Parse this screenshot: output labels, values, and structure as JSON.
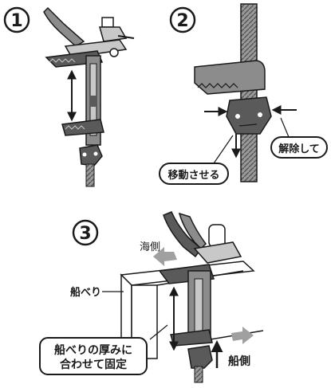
{
  "steps": {
    "step1": {
      "number": "1"
    },
    "step2": {
      "number": "2"
    },
    "step3": {
      "number": "3"
    }
  },
  "labels": {
    "release": "解除して",
    "move": "移動させる",
    "sea_side": "海側",
    "gunwale": "船べり",
    "fit_line1": "船べりの厚みに",
    "fit_line2": "合わせて固定",
    "boat_side": "船側"
  },
  "colors": {
    "ink": "#1a1a1a",
    "metal_dark": "#5a5a5a",
    "metal_mid": "#8c8c8c",
    "metal_light": "#c8c8c8",
    "arrow_gray": "#a0a0a0",
    "paper": "#ffffff"
  }
}
